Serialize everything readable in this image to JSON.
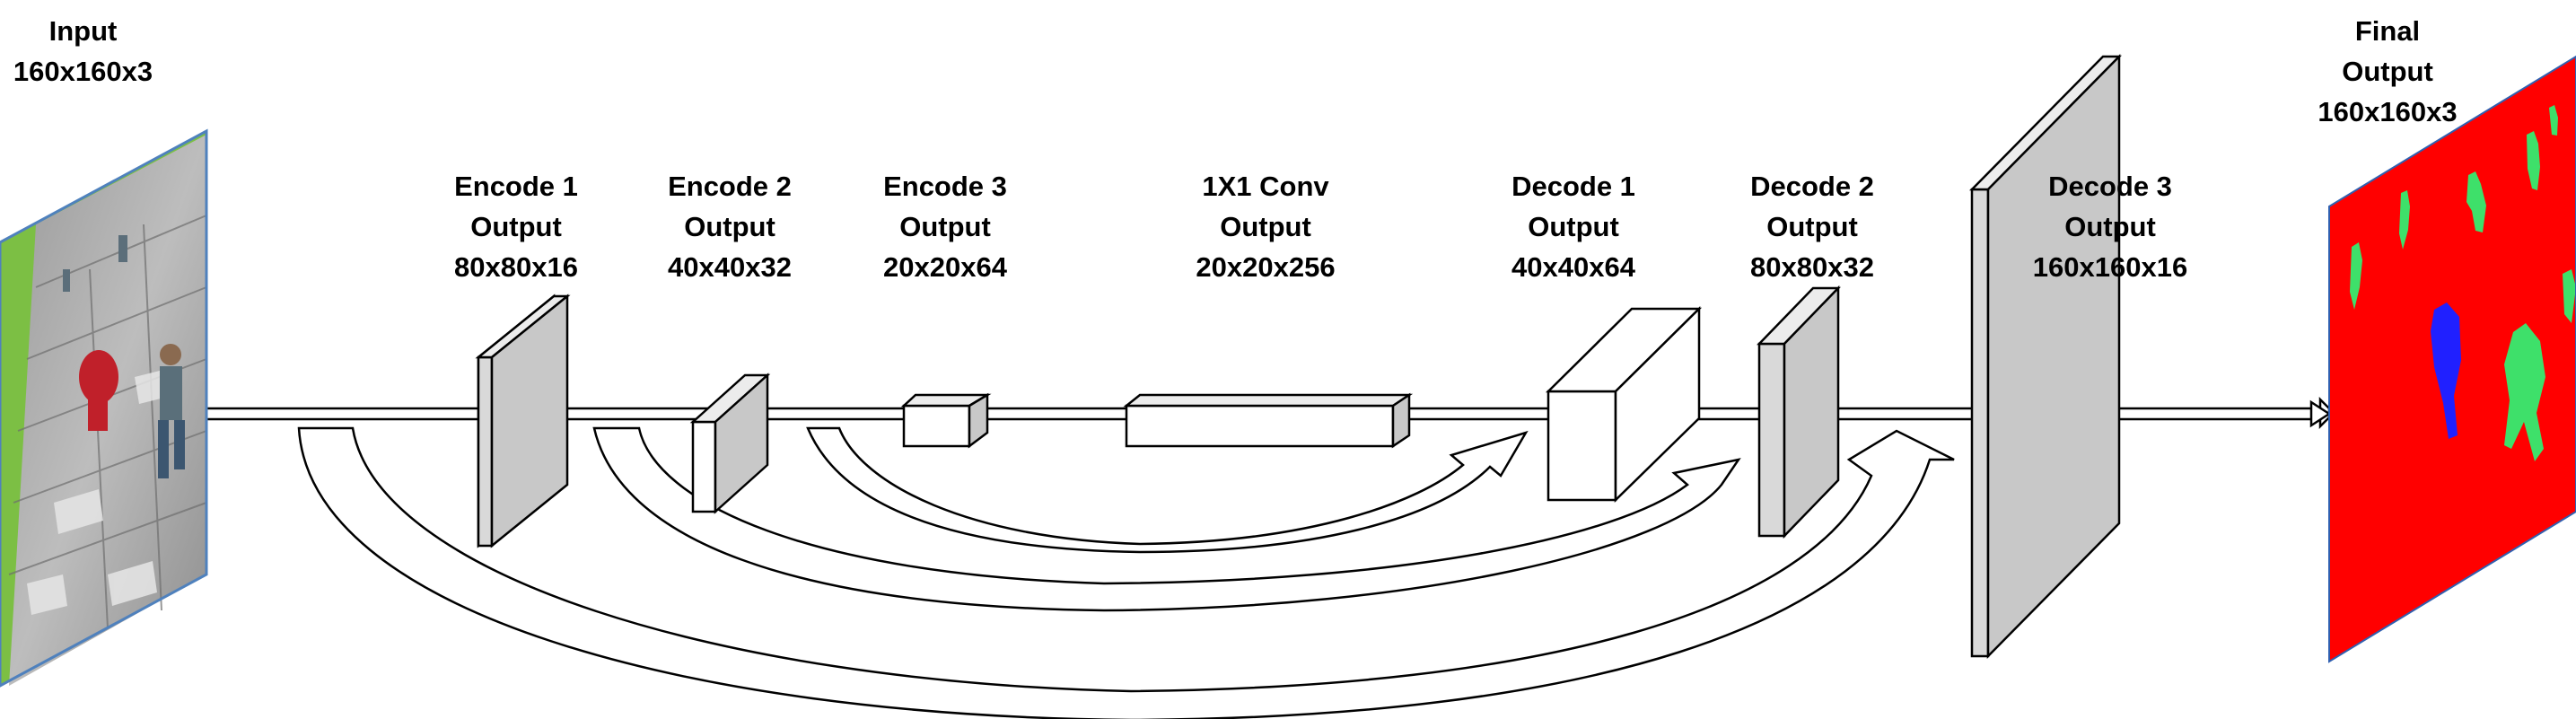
{
  "colors": {
    "block_front": "#d9d9d9",
    "block_side": "#c8c8c8",
    "block_top": "#ececec",
    "white_block": "#ffffff",
    "outline": "#000000",
    "output_red": "#ff0000",
    "output_green": "#3ee06a",
    "output_blue": "#2020ff",
    "input_frame": "#4f81bd"
  },
  "labels": {
    "input": {
      "line1": "Input",
      "line2": "160x160x3"
    },
    "encode1": {
      "line1": "Encode 1",
      "line2": "Output",
      "line3": "80x80x16"
    },
    "encode2": {
      "line1": "Encode 2",
      "line2": "Output",
      "line3": "40x40x32"
    },
    "encode3": {
      "line1": "Encode 3",
      "line2": "Output",
      "line3": "20x20x64"
    },
    "conv1x1": {
      "line1": "1X1 Conv",
      "line2": "Output",
      "line3": "20x20x256"
    },
    "decode1": {
      "line1": "Decode 1",
      "line2": "Output",
      "line3": "40x40x64"
    },
    "decode2": {
      "line1": "Decode 2",
      "line2": "Output",
      "line3": "80x80x32"
    },
    "decode3": {
      "line1": "Decode 3",
      "line2": "Output",
      "line3": "160x160x16"
    },
    "final": {
      "line1": "Final",
      "line2": "Output",
      "line3": "160x160x3"
    }
  }
}
